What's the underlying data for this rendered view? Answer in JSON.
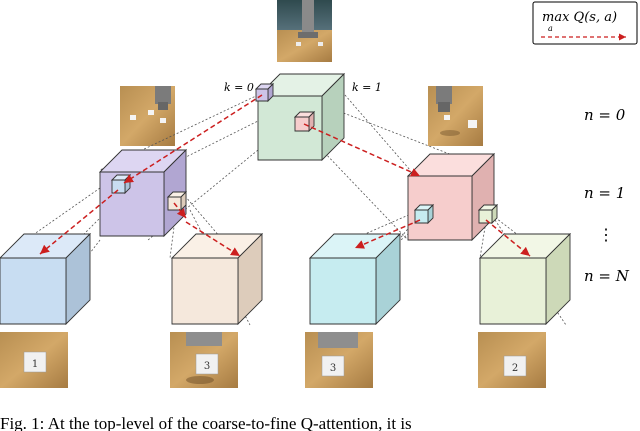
{
  "legend": {
    "text": "max Q(s, a)",
    "subscript": "a"
  },
  "k_labels": [
    "k = 0",
    "k = 1"
  ],
  "level_labels": [
    "n = 0",
    "n = 1",
    "⋮",
    "n = N"
  ],
  "caption": "Fig. 1: At the top-level of the coarse-to-fine Q-attention, it is",
  "cube_faces": {
    "root": {
      "front": "#d2e8d6",
      "top": "#e4f2e6",
      "side": "#b7d1bc"
    },
    "purple": {
      "front": "#cdc4e8",
      "top": "#ddd6f2",
      "side": "#b1a6d2"
    },
    "pink": {
      "front": "#f6cdcc",
      "top": "#fbdedd",
      "side": "#e0b1b0"
    },
    "blue": {
      "front": "#c8ddf2",
      "top": "#dce9f8",
      "side": "#acc2d8"
    },
    "peach": {
      "front": "#f5e8dc",
      "top": "#faf0e6",
      "side": "#ddccbb"
    },
    "cyan": {
      "front": "#c6ecf0",
      "top": "#dbf4f7",
      "side": "#a9d2d7"
    },
    "lime": {
      "front": "#e8f1d8",
      "top": "#f2f7e6",
      "side": "#cdd9b8"
    }
  },
  "arrow_color": "#cc1f1f"
}
